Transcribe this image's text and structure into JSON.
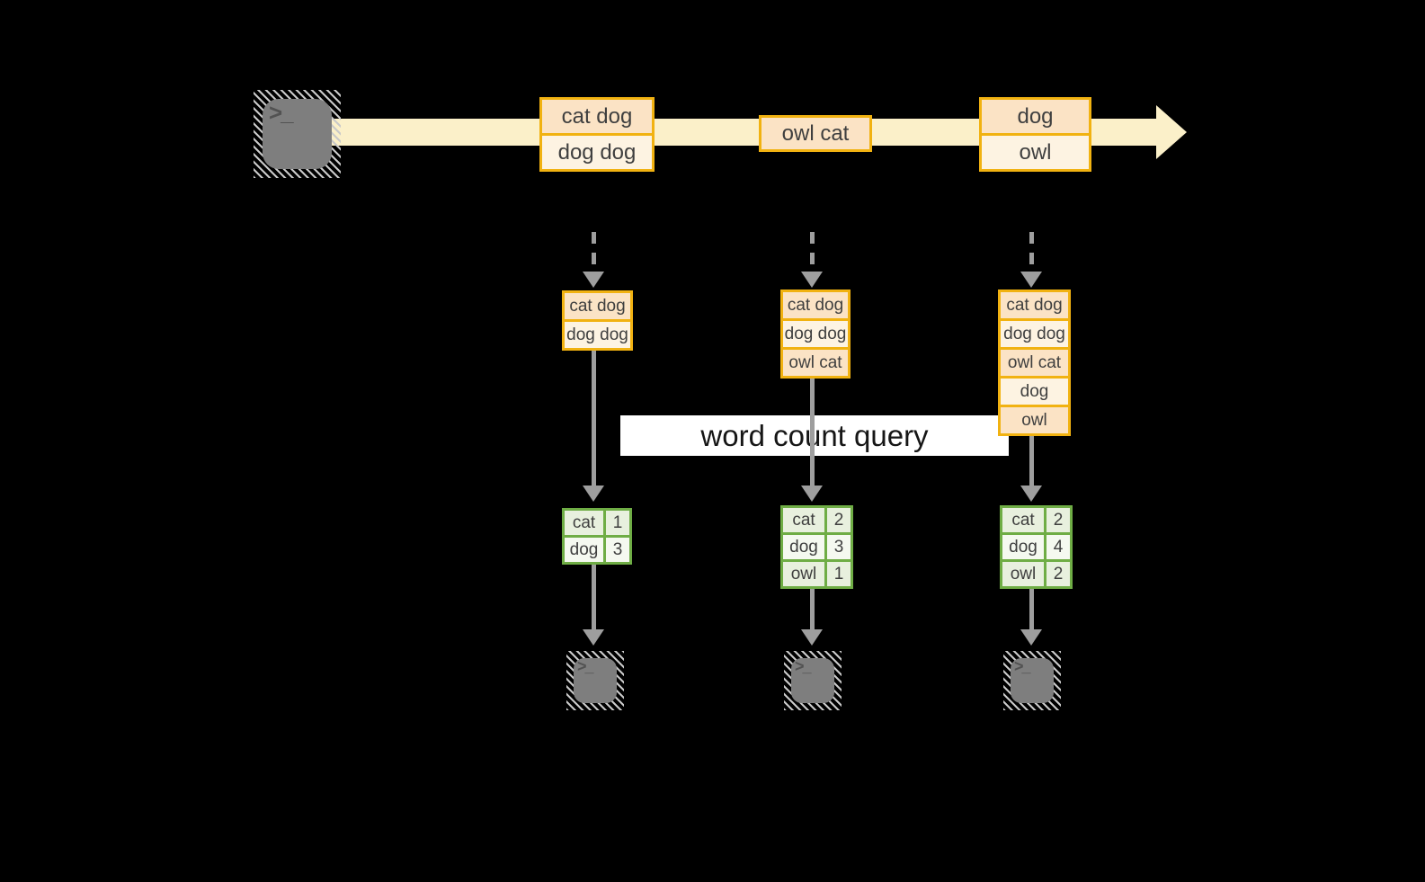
{
  "colors": {
    "background": "#000000",
    "gold_border": "#F1B211",
    "peach_fill": "#FBE3C5",
    "cream_fill": "#FDF3E2",
    "stream_yellow": "#FBF0C9",
    "green_border": "#6FAD45",
    "green_cell_a": "#E8F0DE",
    "green_cell_b": "#F5F9F0",
    "arrow_gray": "#9E9E9E",
    "terminal_gray": "#7E7E7E",
    "text_dark": "#3F3F3F"
  },
  "icons": {
    "terminal_glyph": ">_"
  },
  "stream_batches": [
    {
      "lines": [
        "cat dog",
        "dog dog"
      ]
    },
    {
      "lines": [
        "owl cat"
      ]
    },
    {
      "lines": [
        "dog",
        "owl"
      ]
    }
  ],
  "queues": [
    {
      "items": [
        "cat dog",
        "dog dog"
      ]
    },
    {
      "items": [
        "cat dog",
        "dog dog",
        "owl cat"
      ]
    },
    {
      "items": [
        "cat dog",
        "dog dog",
        "owl cat",
        "dog",
        "owl"
      ]
    }
  ],
  "query_band": {
    "label": "word count query"
  },
  "count_tables": [
    {
      "rows": [
        {
          "word": "cat",
          "count": "1"
        },
        {
          "word": "dog",
          "count": "3"
        }
      ]
    },
    {
      "rows": [
        {
          "word": "cat",
          "count": "2"
        },
        {
          "word": "dog",
          "count": "3"
        },
        {
          "word": "owl",
          "count": "1"
        }
      ]
    },
    {
      "rows": [
        {
          "word": "cat",
          "count": "2"
        },
        {
          "word": "dog",
          "count": "4"
        },
        {
          "word": "owl",
          "count": "2"
        }
      ]
    }
  ]
}
